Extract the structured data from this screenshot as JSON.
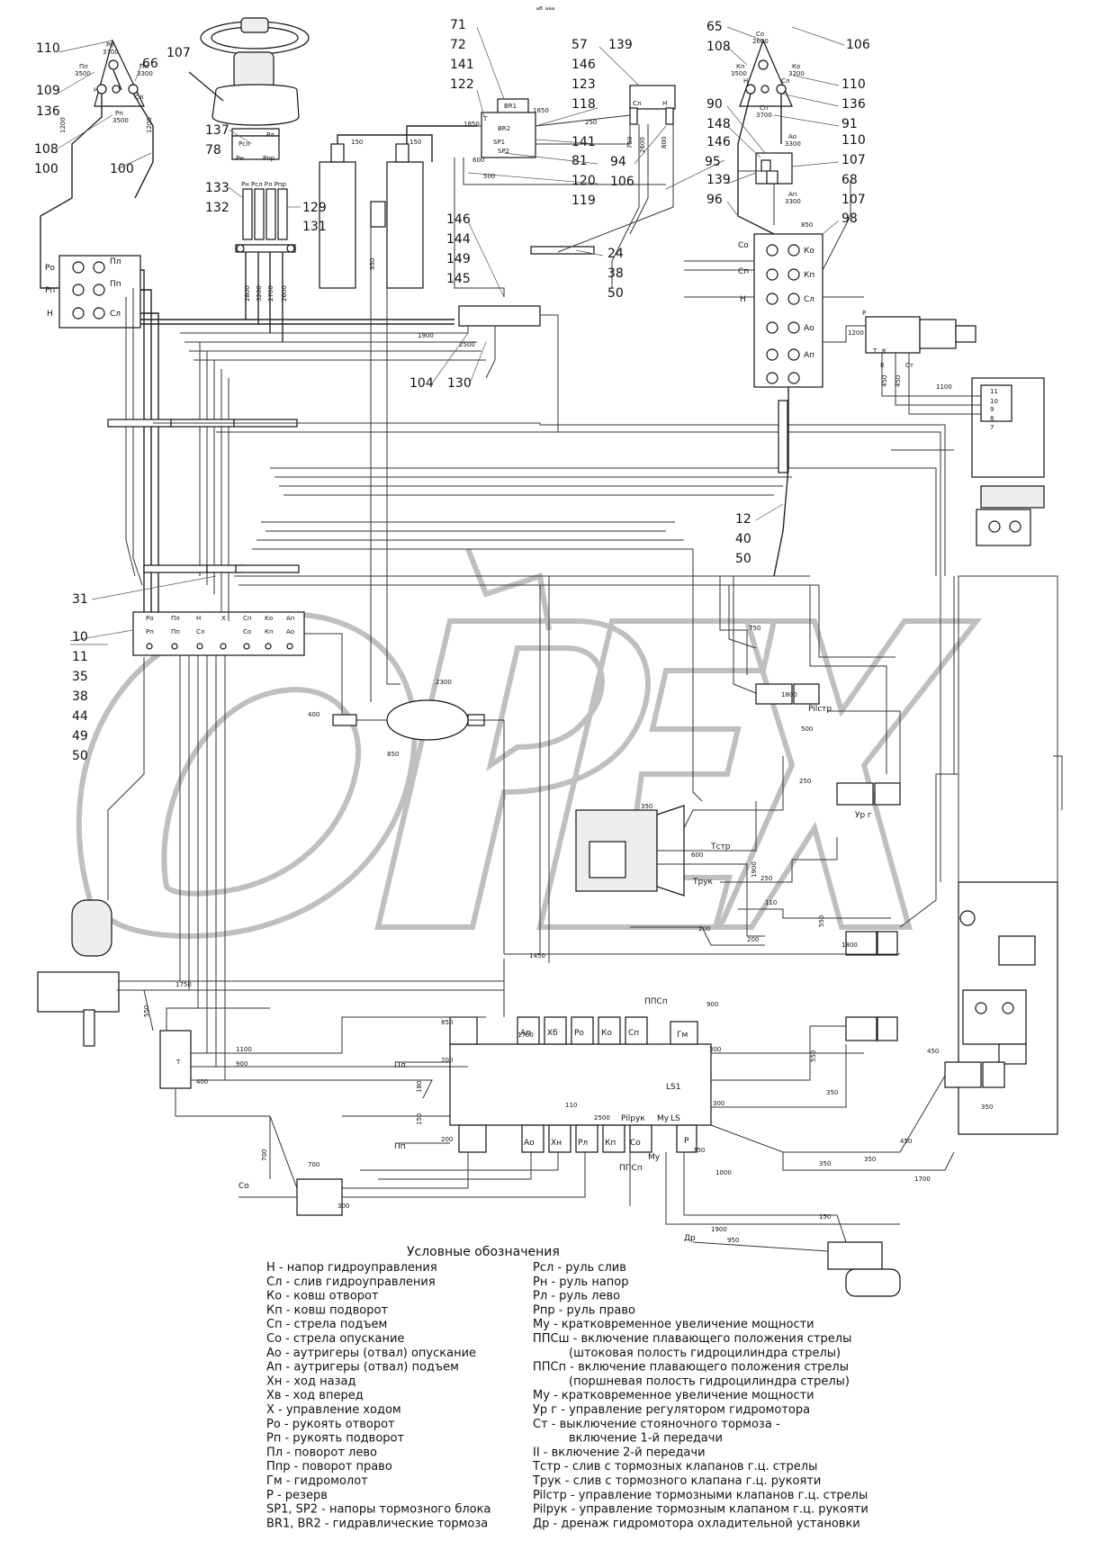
{
  "header_mark": "ᵃᴮ ᵃᵃᵃ",
  "callouts_left": [
    "110",
    "66",
    "107",
    "109",
    "136",
    "108",
    "100",
    "100",
    "137",
    "78",
    "133",
    "132",
    "129",
    "131",
    "31",
    "10",
    "11",
    "35",
    "38",
    "44",
    "49",
    "50"
  ],
  "callouts_top_center": [
    "71",
    "72",
    "141",
    "122",
    "57",
    "139",
    "146",
    "123",
    "118",
    "141",
    "81",
    "120",
    "119",
    "94",
    "106",
    "95",
    "146",
    "144",
    "149",
    "145",
    "104",
    "130",
    "24",
    "38",
    "50"
  ],
  "callouts_right": [
    "65",
    "106",
    "108",
    "110",
    "136",
    "91",
    "110",
    "90",
    "148",
    "107",
    "146",
    "68",
    "139",
    "107",
    "96",
    "98",
    "12",
    "40",
    "50"
  ],
  "port_labels": {
    "left_block": [
      "Ро",
      "Рп",
      "Н",
      "Пл",
      "Пп",
      "Сл"
    ],
    "right_block": [
      "Со",
      "Ко",
      "Сп",
      "Кп",
      "Н",
      "Сл",
      "Ао",
      "Ап"
    ],
    "bottom_block_top": [
      "Ро",
      "Пл",
      "Н",
      "Х",
      "Сп",
      "Ко",
      "Ап"
    ],
    "bottom_block_bottom": [
      "Рп",
      "Пп",
      "Сл",
      "Со",
      "Кп",
      "Ао"
    ],
    "joystick_left": [
      "Ро",
      "3700",
      "Пл",
      "3500",
      "Пп",
      "3300",
      "Н",
      "Сл",
      "Рп",
      "3500"
    ],
    "joystick_right": [
      "Со",
      "2600",
      "Кп",
      "3500",
      "Ко",
      "3200",
      "Н",
      "Сл",
      "Сп",
      "3700"
    ],
    "brake_block": [
      "BR1",
      "BR2",
      "SP1",
      "SP2",
      "T"
    ],
    "valve_139": [
      "Сл",
      "Н"
    ],
    "steering_valve": [
      "Рл",
      "Рпр",
      "Рн",
      "Рсл"
    ],
    "steering_sleeves": [
      "Рн",
      "Рсл",
      "Рл",
      "Рпр"
    ],
    "top_right_block": [
      "Ао",
      "3300",
      "Ап",
      "3300"
    ],
    "gearbox_valve": [
      "Р",
      "Т",
      "К",
      "II",
      "Ст"
    ],
    "gearbox_ports": [
      "11",
      "10",
      "9",
      "8",
      "7"
    ],
    "distributor_top": [
      "Ап",
      "Хб",
      "Ро",
      "Ко",
      "Сп",
      "ППСп",
      "Гм"
    ],
    "distributor_bottom": [
      "Ао",
      "Хн",
      "Рл",
      "Кп",
      "Со",
      "ППСп",
      "Pilрук",
      "Му",
      "LS",
      "Р"
    ],
    "distributor_misc": [
      "Пл",
      "Пп",
      "LS1"
    ],
    "misc": [
      "Pilстр",
      "Тстр",
      "Трук",
      "Ур г",
      "Со",
      "Др",
      "Му",
      "Т",
      "Т"
    ]
  },
  "dimensions": [
    "1200",
    "1200",
    "950",
    "150",
    "150",
    "1850",
    "250",
    "1850",
    "600",
    "500",
    "2600",
    "800",
    "750",
    "2800",
    "3200",
    "2700",
    "2600",
    "1900",
    "2500",
    "850",
    "1200",
    "450",
    "450",
    "1100",
    "400",
    "2300",
    "850",
    "750",
    "1800",
    "500",
    "250",
    "350",
    "600",
    "1900",
    "250",
    "110",
    "200",
    "200",
    "550",
    "1800",
    "1450",
    "1750",
    "550",
    "900",
    "850",
    "200",
    "300",
    "450",
    "1100",
    "900",
    "400",
    "200",
    "180",
    "150",
    "110",
    "2500",
    "300",
    "350",
    "550",
    "350",
    "450",
    "350",
    "350",
    "1700",
    "700",
    "700",
    "300",
    "350",
    "1000",
    "1900",
    "950",
    "150",
    "1700"
  ],
  "legend_title": "Условные обозначения",
  "legend_left": [
    "Н - напор гидроуправления",
    "Сл - слив гидроуправления",
    "Ко - ковш отворот",
    "Кп - ковш подворот",
    "Сп - стрела подъем",
    "Со - стрела опускание",
    "Ао - аутригеры (отвал) опускание",
    "Ап - аутригеры (отвал) подъем",
    "Хн - ход назад",
    "Хв - ход вперед",
    "Х - управление ходом",
    "Ро - рукоять отворот",
    "Рп - рукоять подворот",
    "Пл - поворот лево",
    "Ппр - поворот право",
    "Гм - гидромолот",
    "Р - резерв",
    "SP1, SP2 - напоры тормозного блока",
    "BR1, BR2 - гидравлические тормоза"
  ],
  "legend_right": [
    "Рсл - руль слив",
    "Рн - руль напор",
    "Рл - руль лево",
    "Рпр - руль право",
    "Му - кратковременное увеличение мощности",
    "ППСш - включение плавающего положения стрелы",
    "(штоковая полость гидроцилиндра стрелы)",
    "ППСп - включение плавающего положения стрелы",
    "(поршневая полость гидроцилиндра стрелы)",
    "Му - кратковременное увеличение мощности",
    "Ур г - управление регулятором гидромотора",
    "Ст - выключение стояночного тормоза -",
    "включение 1-й передачи",
    "II - включение 2-й передачи",
    "Тстр - слив с тормозных клапанов г.ц. стрелы",
    "Трук - слив с тормозного клапана г.ц. рукояти",
    "Pilстр - управление тормозными клапанов г.ц. стрелы",
    "Pilрук - управление тормозным клапаном г.ц. рукояти",
    "Др - дренаж гидромотора охладительной установки"
  ],
  "watermark": "OPEX"
}
